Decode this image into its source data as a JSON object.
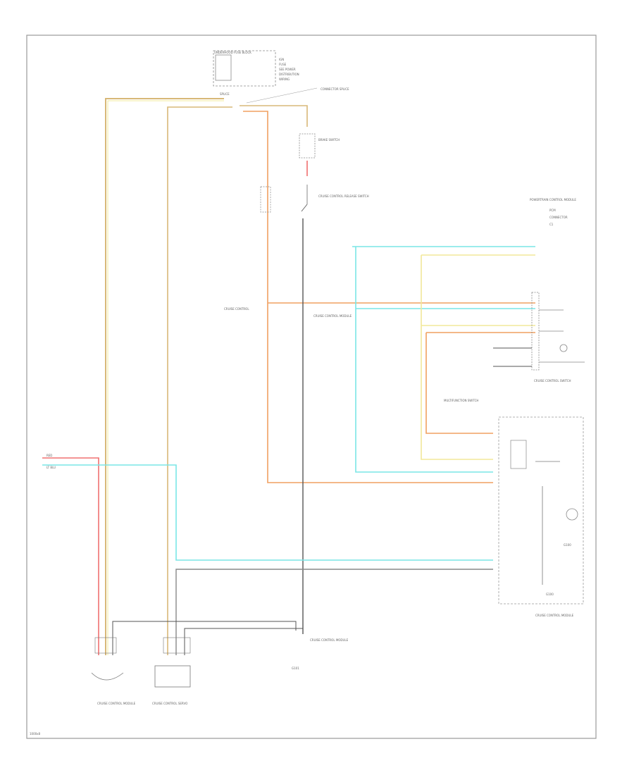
{
  "diagram": {
    "ref_code": "1000x8",
    "colors": {
      "border": "#9a9a9a",
      "wire_tan": "#d8b878",
      "wire_yel": "#f2e89a",
      "wire_cyan": "#7ae6e6",
      "wire_orange": "#f0a060",
      "wire_red": "#f07070",
      "wire_gray": "#888888",
      "wire_dkgray": "#555555"
    },
    "labels": {
      "top_fuse": "UNDERHOOD FUSE BLOCK",
      "fuse_lines": [
        "IGN",
        "FUSE",
        "SEE POWER",
        "DISTRIBUTION",
        "WIRING"
      ],
      "splice_top": "SPLICE",
      "splice_note": "CONNECTOR SPLICE",
      "switch_top": "BRAKE SWITCH",
      "switch_bottom": "CRUISE CONTROL RELEASE SWITCH",
      "right_top_module": "POWERTRAIN CONTROL MODULE",
      "right_top_lines": [
        "PCM",
        "CONNECTOR",
        "C1"
      ],
      "mid_left_text": "CRUISE CONTROL",
      "mid_center_text": "CRUISE CONTROL MODULE",
      "switch_cluster": "CRUISE CONTROL SWITCH",
      "right_mid_text": "MULTIFUNCTION SWITCH",
      "right_box_title": "CRUISE CONTROL MODULE",
      "ground_label": "G100",
      "bottom_left_1": "CRUISE CONTROL MODULE",
      "bottom_left_2": "CRUISE CONTROL SERVO",
      "bottom_center": "G101",
      "bottom_right": "CRUISE CONTROL MODULE",
      "left_red_tag": "RED",
      "left_cyan_tag": "LT BLU"
    }
  }
}
